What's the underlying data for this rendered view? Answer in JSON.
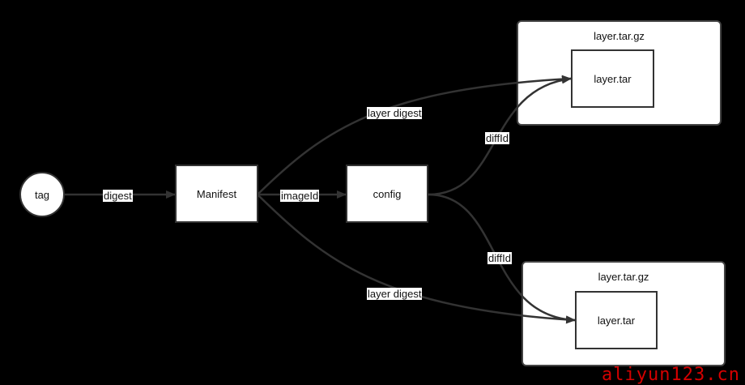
{
  "nodes": {
    "tag": "tag",
    "manifest": "Manifest",
    "config": "config",
    "layer_top": "layer.tar",
    "layer_bottom": "layer.tar"
  },
  "groups": {
    "top_title": "layer.tar.gz",
    "bottom_title": "layer.tar.gz"
  },
  "edges": {
    "tag_manifest": "digest",
    "manifest_config": "imageId",
    "manifest_layer_top": "layer digest",
    "manifest_layer_bottom": "layer digest",
    "config_layer_top": "diffId",
    "config_layer_bottom": "diffId"
  },
  "watermark": "aliyun123.cn"
}
